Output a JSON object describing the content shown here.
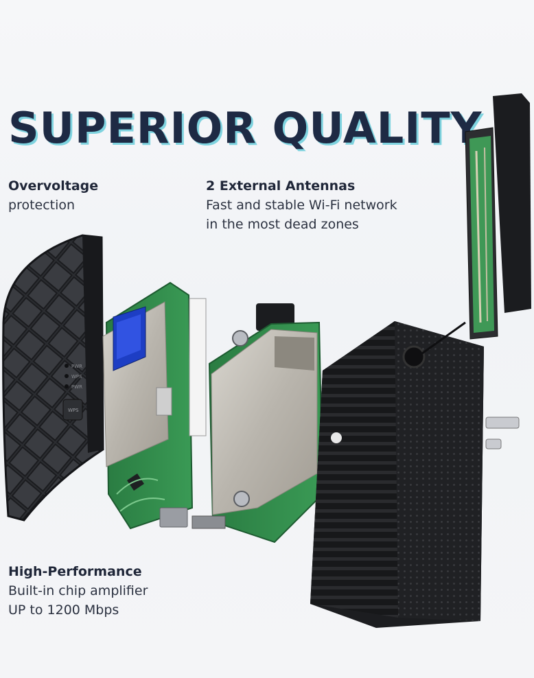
{
  "headline": "SUPERIOR QUALITY",
  "features": [
    {
      "title": "Overvoltage",
      "lines": [
        "protection"
      ]
    },
    {
      "title": "2 External Antennas",
      "lines": [
        "Fast and stable Wi-Fi network",
        "in the most  dead zones"
      ]
    },
    {
      "title": "High-Performance",
      "lines": [
        "Built-in chip amplifier",
        "UP to 1200 Mbps"
      ]
    }
  ],
  "device_labels": {
    "led_1": "PWR",
    "led_2": "WPS",
    "led_3": "PWR",
    "button": "WPS"
  },
  "colors": {
    "headline": "#1e2a44",
    "headline_shadow": "#7fd3df",
    "pcb": "#2f8a4a",
    "casing": "#1c1d20"
  }
}
